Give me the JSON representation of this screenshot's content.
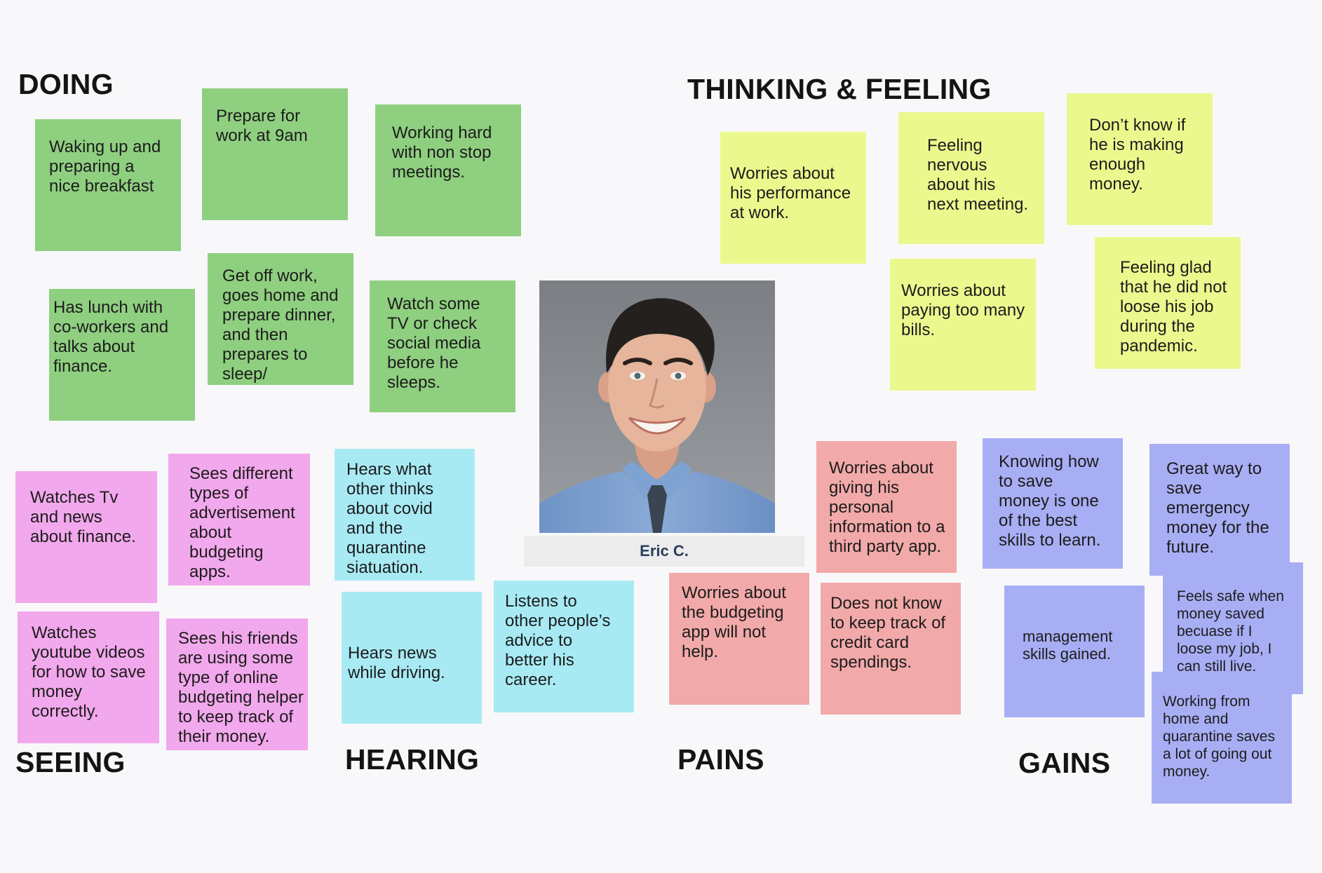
{
  "sections": {
    "doing": "DOING",
    "thinking_feeling": "THINKING & FEELING",
    "seeing": "SEEING",
    "hearing": "HEARING",
    "pains": "PAINS",
    "gains": "GAINS"
  },
  "persona": {
    "name": "Eric C.",
    "photo": "smiling young man with dark hair wearing a blue shirt and tie"
  },
  "colors": {
    "doing": "#8fcf80",
    "thinking_feeling": "#ebf88e",
    "seeing": "#f2a8ec",
    "hearing": "#a8eaf4",
    "pains": "#f2a9a9",
    "gains": "#a8aef4"
  },
  "notes": {
    "doing": [
      "Waking up and\npreparing a\nnice breakfast",
      "Prepare for\nwork at 9am",
      "Working hard\nwith non stop\nmeetings.",
      "Has lunch with\nco-workers and\ntalks about\nfinance.",
      "Get off work,\ngoes home and\nprepare dinner,\nand then\nprepares to\nsleep/",
      "Watch some\nTV or check\nsocial media\nbefore he\nsleeps."
    ],
    "thinking_feeling": [
      "Worries about\nhis performance\nat work.",
      "Feeling\nnervous\nabout his\nnext meeting.",
      "Don’t know if\nhe is making\nenough\nmoney.",
      "Worries about\npaying too many\nbills.",
      "Feeling glad\nthat he did not\nloose his job\nduring the\npandemic."
    ],
    "seeing": [
      "Watches Tv\nand news\nabout finance.",
      "Sees different\ntypes of\nadvertisement\nabout\nbudgeting\napps.",
      "Watches\nyoutube videos\nfor how to save\nmoney\ncorrectly.",
      "Sees his friends\nare using some\ntype of online\nbudgeting helper\nto keep track of\ntheir money."
    ],
    "hearing": [
      "Hears what\nother thinks\nabout covid\nand the\nquarantine\nsiatuation.",
      "Hears news\nwhile driving.",
      "Listens to\nother people’s\nadvice to\nbetter his\ncareer."
    ],
    "pains": [
      "Worries about\ngiving his\npersonal\ninformation to a\nthird party app.",
      "Worries about\nthe budgeting\napp will not\nhelp.",
      "Does not know\nto keep track of\ncredit card\nspendings."
    ],
    "gains": [
      "Knowing how\nto save\nmoney is one\nof the best\nskills to learn.",
      "Great way to\nsave\nemergency\nmoney for the\nfuture.",
      "management\nskills gained.",
      "Feels safe when\nmoney saved\nbecuase if I\nloose my job, I\ncan still live.",
      "Working from\nhome and\nquarantine saves\na lot of going out\nmoney."
    ]
  }
}
